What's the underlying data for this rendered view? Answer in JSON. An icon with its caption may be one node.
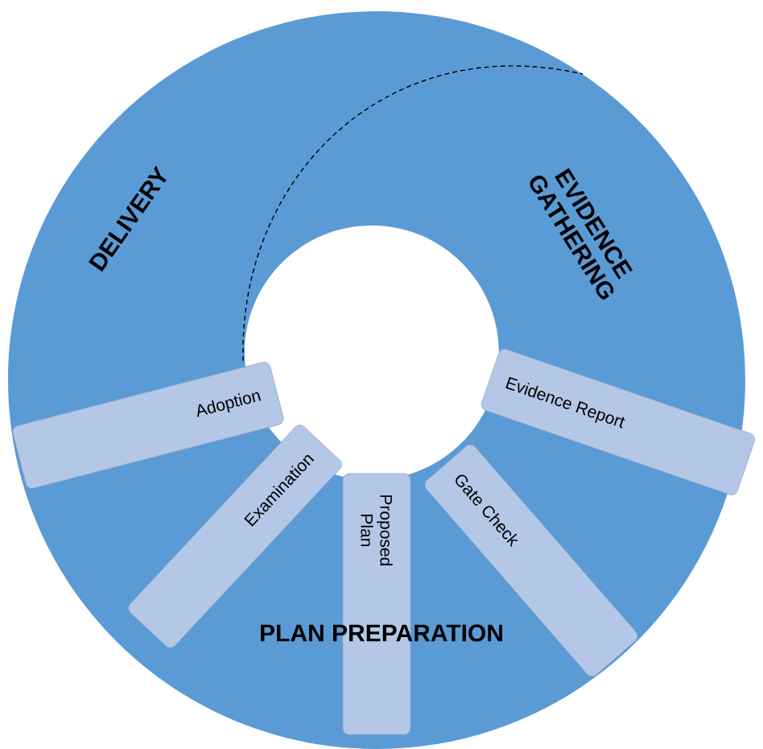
{
  "diagram": {
    "nodes": [
      {
        "text": [
          "Adoption"
        ]
      },
      {
        "text": [
          "Examination"
        ]
      },
      {
        "text": [
          "Proposed Plan"
        ]
      },
      {
        "text": [
          "Gate Check"
        ]
      },
      {
        "text": [
          "Evidence Report"
        ]
      }
    ],
    "labels": [
      "DELIVERY",
      "EVIDENCE GATHERING",
      "PLAN PREPARATION"
    ]
  }
}
